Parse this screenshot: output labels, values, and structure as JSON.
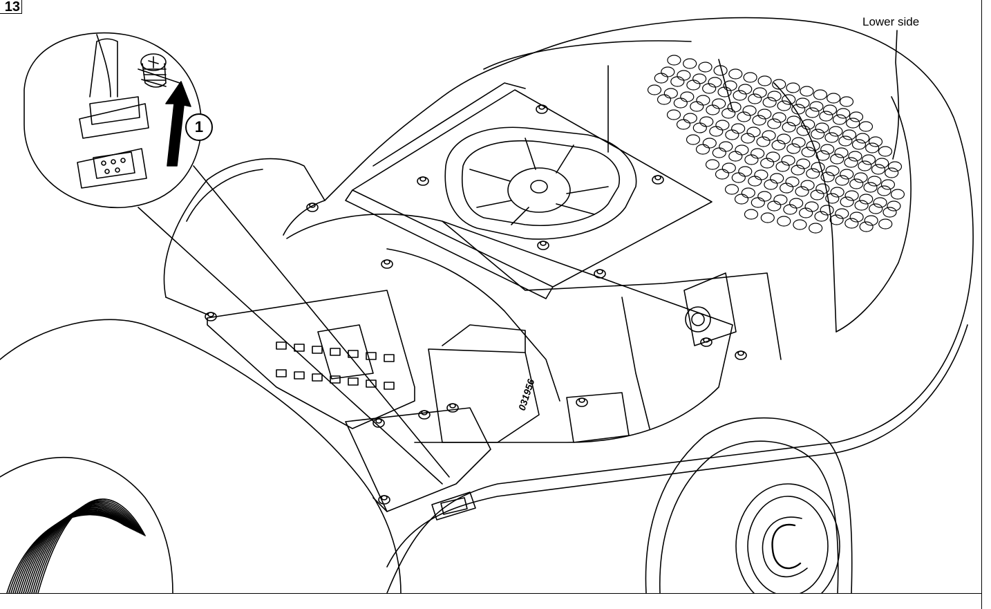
{
  "figure": {
    "number": "13",
    "callout_label": "Lower side",
    "step_marker": "1",
    "part_number_text": "031956"
  },
  "drawing": {
    "line_color": "#000000",
    "background": "#ffffff",
    "icons": [
      "screw-icon",
      "connector-icon",
      "fan-icon",
      "arrow-up-icon",
      "c-logo-icon"
    ]
  }
}
